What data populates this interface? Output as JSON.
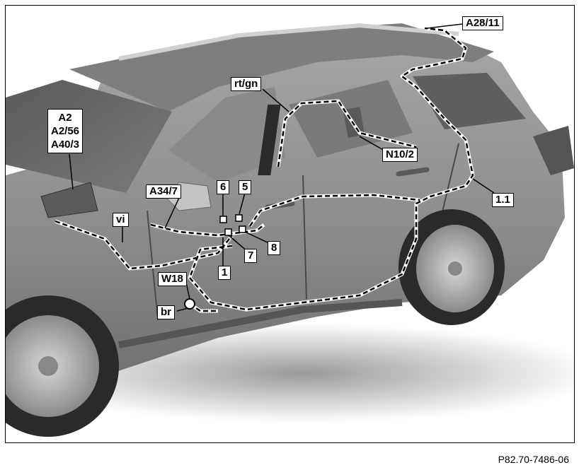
{
  "figure_code": "P82.70-7486-06",
  "labels": {
    "a28_11": "A28/11",
    "rt_gn": "rt/gn",
    "a2_group": [
      "A2",
      "A2/56",
      "A40/3"
    ],
    "n10_2": "N10/2",
    "a34_7": "A34/7",
    "n6": "6",
    "n5": "5",
    "vi": "vi",
    "n1_1": "1.1",
    "n7": "7",
    "n8": "8",
    "n1": "1",
    "w18": "W18",
    "br": "br"
  }
}
